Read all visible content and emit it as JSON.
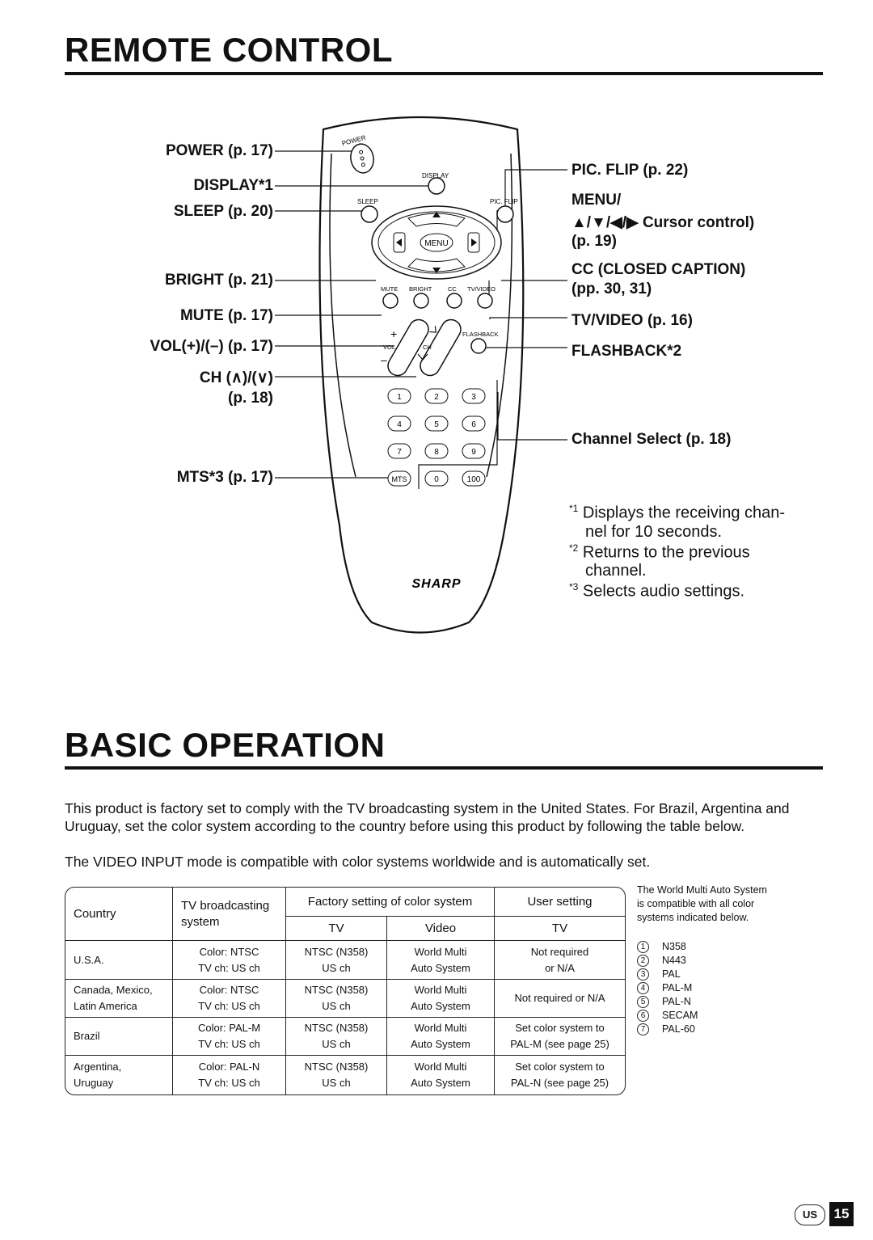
{
  "remote_section": {
    "title": "REMOTE CONTROL",
    "left_labels": {
      "power": "POWER (p. 17)",
      "display": "DISPLAY*1",
      "sleep": "SLEEP (p. 20)",
      "bright": "BRIGHT (p. 21)",
      "mute": "MUTE (p. 17)",
      "vol": "VOL(+)/(–) (p. 17)",
      "ch": "CH (∧)/(∨)",
      "ch_page": "(p. 18)",
      "mts": "MTS*3 (p. 17)"
    },
    "right_labels": {
      "picflip": "PIC. FLIP (p. 22)",
      "menu": "MENU/",
      "cursor": "▲/▼/◀/▶ Cursor control)",
      "cursor_page": "(p. 19)",
      "cc": "CC (CLOSED CAPTION)",
      "cc_page": "(pp. 30, 31)",
      "tvvideo": "TV/VIDEO (p. 16)",
      "flashback": "FLASHBACK*2",
      "channel_select": "Channel Select (p. 18)"
    },
    "remote_text": {
      "power": "POWER",
      "display": "DISPLAY",
      "sleep": "SLEEP",
      "picflip": "PIC. FLIP",
      "menu": "MENU",
      "mute": "MUTE",
      "bright": "BRIGHT",
      "cc": "CC",
      "tvvideo": "TV/VIDEO",
      "flashback": "FLASHBACK",
      "vol": "VOL",
      "ch": "CH",
      "plus": "+",
      "minus": "–",
      "keys": [
        "1",
        "2",
        "3",
        "4",
        "5",
        "6",
        "7",
        "8",
        "9",
        "MTS",
        "0",
        "100"
      ],
      "brand": "SHARP"
    },
    "footnotes": {
      "n1_mark": "*1",
      "n1_line1": "Displays the receiving chan-",
      "n1_line2": "nel for 10 seconds.",
      "n2_mark": "*2",
      "n2_line1": "Returns to the previous",
      "n2_line2": "channel.",
      "n3_mark": "*3",
      "n3_line1": "Selects audio settings."
    }
  },
  "basic_section": {
    "title": "BASIC OPERATION",
    "para1": "This product is factory set to comply with the TV broadcasting system in the United States. For Brazil, Argentina and Uruguay, set the color system according to the country before using this product by following the table below.",
    "para2": "The VIDEO INPUT mode is compatible with color systems worldwide and is automatically set.",
    "table": {
      "headers": {
        "country": "Country",
        "tv_broadcasting_1": "TV broadcasting",
        "tv_broadcasting_2": "system",
        "factory": "Factory setting of color system",
        "user": "User setting",
        "tv": "TV",
        "video": "Video",
        "user_tv": "TV"
      },
      "rows": [
        {
          "country": [
            "U.S.A.",
            ""
          ],
          "broadcast": [
            "Color: NTSC",
            "TV ch: US ch"
          ],
          "tv": [
            "NTSC (N358)",
            "US ch"
          ],
          "video": [
            "World Multi",
            "Auto System"
          ],
          "user": [
            "Not required",
            "or N/A"
          ]
        },
        {
          "country": [
            "Canada, Mexico,",
            "Latin America"
          ],
          "broadcast": [
            "Color: NTSC",
            "TV ch: US ch"
          ],
          "tv": [
            "NTSC (N358)",
            "US ch"
          ],
          "video": [
            "World Multi",
            "Auto System"
          ],
          "user": [
            "Not required or N/A",
            ""
          ]
        },
        {
          "country": [
            "Brazil",
            ""
          ],
          "broadcast": [
            "Color: PAL-M",
            "TV ch: US ch"
          ],
          "tv": [
            "NTSC (N358)",
            "US ch"
          ],
          "video": [
            "World Multi",
            "Auto System"
          ],
          "user": [
            "Set color system to",
            "PAL-M (see page 25)"
          ]
        },
        {
          "country": [
            "Argentina,",
            "Uruguay"
          ],
          "broadcast": [
            "Color: PAL-N",
            "TV ch: US ch"
          ],
          "tv": [
            "NTSC (N358)",
            "US ch"
          ],
          "video": [
            "World Multi",
            "Auto System"
          ],
          "user": [
            "Set color system to",
            "PAL-N (see page 25)"
          ]
        }
      ]
    },
    "side_note": {
      "line1": "The World Multi Auto System",
      "line2": "is compatible with all color",
      "line3": "systems indicated below."
    },
    "color_systems": [
      {
        "num": "1",
        "name": "N358"
      },
      {
        "num": "2",
        "name": "N443"
      },
      {
        "num": "3",
        "name": "PAL"
      },
      {
        "num": "4",
        "name": "PAL-M"
      },
      {
        "num": "5",
        "name": "PAL-N"
      },
      {
        "num": "6",
        "name": "SECAM"
      },
      {
        "num": "7",
        "name": "PAL-60"
      }
    ]
  },
  "footer": {
    "region": "US",
    "page_number": "15"
  }
}
